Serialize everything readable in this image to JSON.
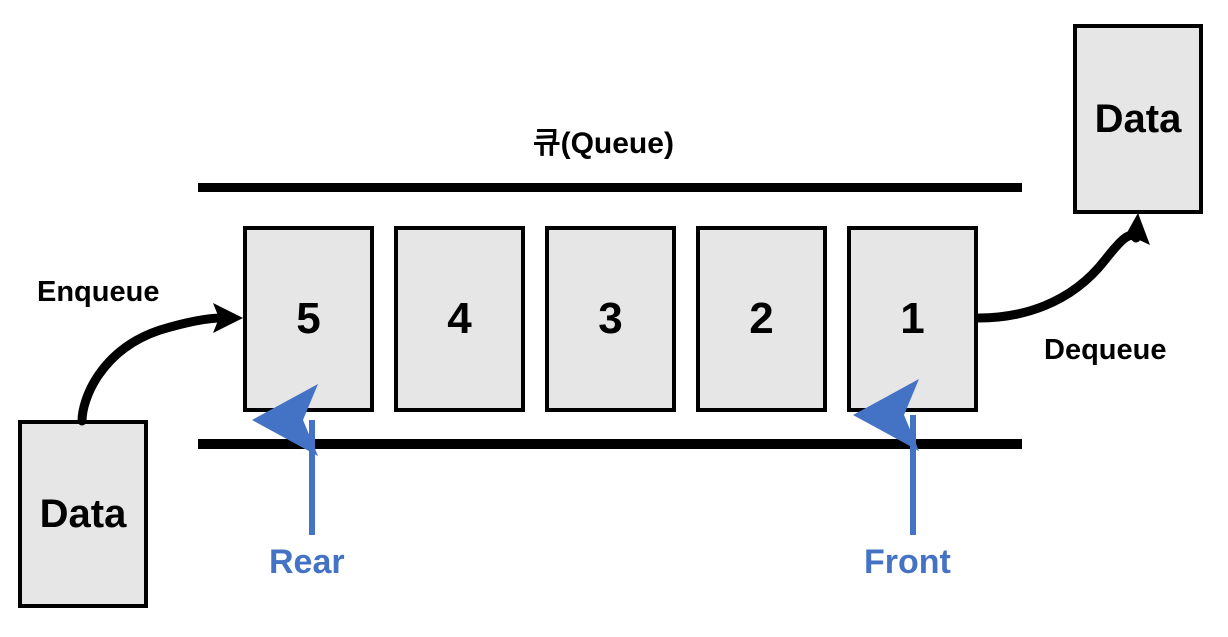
{
  "diagram": {
    "title": "큐(Queue)",
    "colors": {
      "cell_fill": "#E7E6E6",
      "cell_border": "#000000",
      "rail": "#000000",
      "pointer_blue": "#4472C4",
      "background": "#FFFFFF"
    },
    "queue": {
      "cells": [
        {
          "value": "5"
        },
        {
          "value": "4"
        },
        {
          "value": "3"
        },
        {
          "value": "2"
        },
        {
          "value": "1"
        }
      ]
    },
    "operations": {
      "enqueue_label": "Enqueue",
      "dequeue_label": "Dequeue"
    },
    "pointers": {
      "rear_label": "Rear",
      "front_label": "Front"
    },
    "data_boxes": {
      "incoming_label": "Data",
      "outgoing_label": "Data"
    },
    "icons": {
      "enqueue_arrow": "curved-arrow-right-icon",
      "dequeue_arrow": "curved-arrow-up-right-icon",
      "rear_pointer_arrow": "arrow-up-icon",
      "front_pointer_arrow": "arrow-up-icon"
    }
  }
}
